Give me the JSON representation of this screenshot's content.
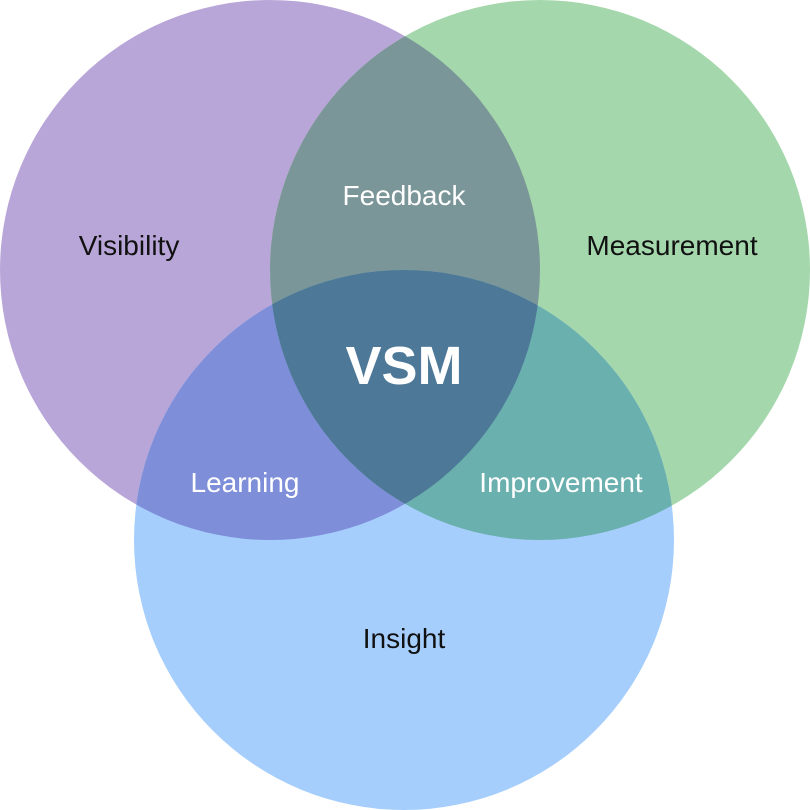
{
  "diagram": {
    "sets": [
      {
        "id": "visibility",
        "label": "Visibility",
        "color": "#B9A6D9"
      },
      {
        "id": "measurement",
        "label": "Measurement",
        "color": "#A4D7AC"
      },
      {
        "id": "insight",
        "label": "Insight",
        "color": "#A6CEFC"
      }
    ],
    "intersections": {
      "visibility_measurement": "Feedback",
      "visibility_insight": "Learning",
      "measurement_insight": "Improvement",
      "center": "VSM"
    },
    "region_colors": {
      "visibility_measurement": "#7B9698",
      "visibility_insight": "#7E8ED9",
      "measurement_insight": "#6AB0AE",
      "center": "#4D7898"
    }
  }
}
